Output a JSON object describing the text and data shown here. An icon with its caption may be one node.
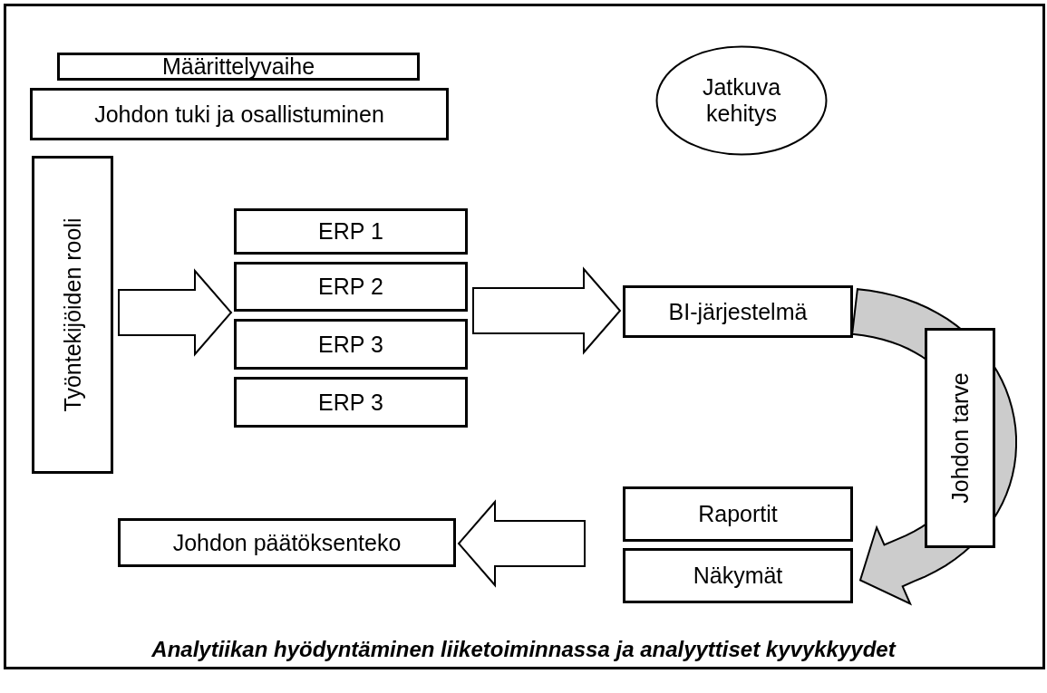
{
  "diagram": {
    "caption": "Analytiikan hyödyntäminen liiketoiminnassa ja analyyttiset kyvykkyydet",
    "nodes": [
      {
        "text": [
          "Määrittelyvaihe"
        ]
      },
      {
        "text": [
          "Johdon tuki ja osallistuminen"
        ]
      },
      {
        "text": [
          "Jatkuva kehitys"
        ]
      },
      {
        "text": [
          "Työntekijöiden rooli"
        ]
      },
      {
        "text": [
          "ERP 1"
        ]
      },
      {
        "text": [
          "ERP 2"
        ]
      },
      {
        "text": [
          "ERP 3"
        ]
      },
      {
        "text": [
          "ERP 3"
        ]
      },
      {
        "text": [
          "BI-järjestelmä"
        ]
      },
      {
        "text": [
          "Johdon tarve"
        ]
      },
      {
        "text": [
          "Raportit"
        ]
      },
      {
        "text": [
          "Näkymät"
        ]
      },
      {
        "text": [
          "Johdon päätöksenteko"
        ]
      }
    ],
    "edges": [
      {
        "from": 3,
        "to": 5,
        "arrow": "to",
        "style": "thick"
      },
      {
        "from": 5,
        "to": 8,
        "arrow": "to",
        "style": "thick"
      },
      {
        "from": 8,
        "to": 11,
        "arrow": "to",
        "style": "thick"
      },
      {
        "from": 10,
        "to": 12,
        "arrow": "to",
        "style": "thick"
      }
    ]
  }
}
